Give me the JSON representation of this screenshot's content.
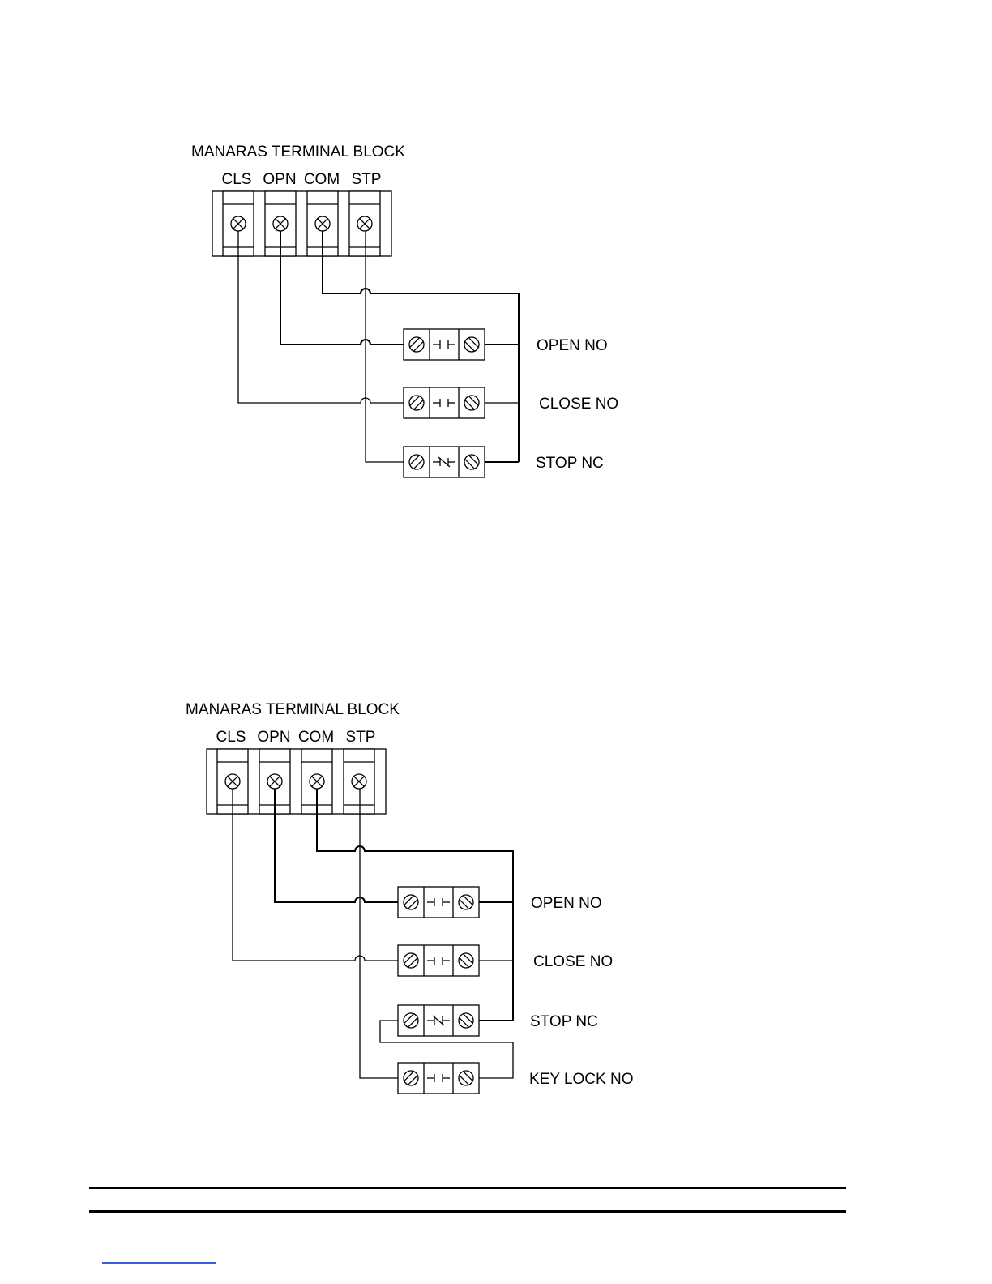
{
  "colors": {
    "ink": "#000000",
    "background": "#ffffff",
    "link": "#3a5bd9"
  },
  "diagrams": [
    {
      "title": "MANARAS TERMINAL BLOCK",
      "terminals": [
        "CLS",
        "OPN",
        "COM",
        "STP"
      ],
      "switches": [
        {
          "label": "OPEN NO",
          "contact": "NO"
        },
        {
          "label": "CLOSE NO",
          "contact": "NO"
        },
        {
          "label": "STOP NC",
          "contact": "NC"
        }
      ]
    },
    {
      "title": "MANARAS TERMINAL BLOCK",
      "terminals": [
        "CLS",
        "OPN",
        "COM",
        "STP"
      ],
      "switches": [
        {
          "label": "OPEN NO",
          "contact": "NO"
        },
        {
          "label": "CLOSE NO",
          "contact": "NO"
        },
        {
          "label": "STOP NC",
          "contact": "NC"
        },
        {
          "label": "KEY LOCK NO",
          "contact": "NO"
        }
      ]
    }
  ]
}
